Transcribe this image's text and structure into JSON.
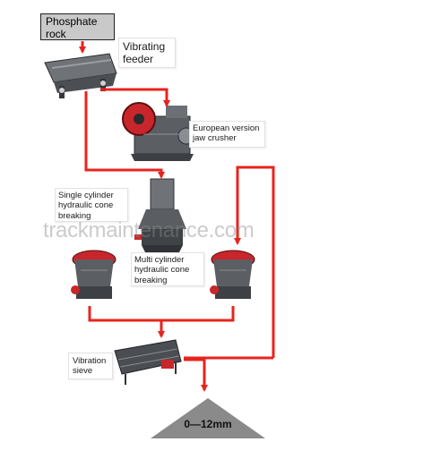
{
  "diagram": {
    "source_material": [
      "Phosphate",
      "rock"
    ],
    "vibrating_feeder": [
      "Vibrating",
      "feeder"
    ],
    "jaw_crusher": [
      "European version",
      "jaw crusher"
    ],
    "single_cone": [
      "Single cylinder",
      "hydraulic cone",
      "breaking"
    ],
    "multi_cone": [
      "Multi cylinder",
      "hydraulic cone",
      "breaking"
    ],
    "vibration_sieve": [
      "Vibration",
      "sieve"
    ],
    "product": "0—12mm",
    "watermark": "trackmaintenance.com"
  },
  "colors": {
    "flow_line": "#e8231e",
    "machine_dark": "#4a4d52",
    "machine_accent": "#c8262b",
    "pile": "#8a8a8a"
  }
}
